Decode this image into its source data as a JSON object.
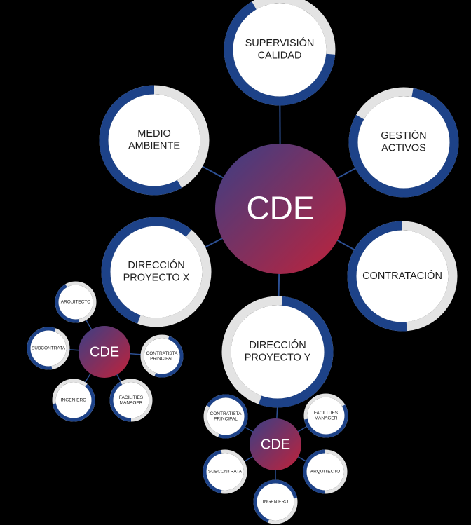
{
  "colors": {
    "background": "#000000",
    "ring_track": "#e3e3e3",
    "ring_fill": "#1d4288",
    "connector": "#2c4f93",
    "node_fill": "#ffffff",
    "hub_gradient_start": "#3a3f86",
    "hub_gradient_end": "#c0223a"
  },
  "main_hub": {
    "label": "CDE"
  },
  "main_nodes": [
    {
      "id": "supervision",
      "lines": [
        "SUPERVISIÓN",
        "CALIDAD"
      ]
    },
    {
      "id": "gestion",
      "lines": [
        "GESTIÓN",
        "ACTIVOS"
      ]
    },
    {
      "id": "contratacion",
      "lines": [
        "CONTRATACIÓN"
      ]
    },
    {
      "id": "direccion-y",
      "lines": [
        "DIRECCIÓN",
        "PROYECTO Y"
      ]
    },
    {
      "id": "direccion-x",
      "lines": [
        "DIRECCIÓN",
        "PROYECTO X"
      ]
    },
    {
      "id": "medio-ambiente",
      "lines": [
        "MEDIO",
        "AMBIENTE"
      ]
    }
  ],
  "cluster_x": {
    "hub_label": "CDE",
    "nodes": [
      {
        "id": "arquitecto",
        "lines": [
          "ARQUITECTO"
        ]
      },
      {
        "id": "contratista",
        "lines": [
          "CONTRATISTA",
          "PRINCIPAL"
        ]
      },
      {
        "id": "facilities",
        "lines": [
          "FACILITIES",
          "MANAGER"
        ]
      },
      {
        "id": "ingeniero",
        "lines": [
          "INGENIERO"
        ]
      },
      {
        "id": "subcontrata",
        "lines": [
          "SUBCONTRATA"
        ]
      }
    ]
  },
  "cluster_y": {
    "hub_label": "CDE",
    "nodes": [
      {
        "id": "contratista",
        "lines": [
          "CONTRATISTA",
          "PRINCIPAL"
        ]
      },
      {
        "id": "facilities",
        "lines": [
          "FACILITIES",
          "MANAGER"
        ]
      },
      {
        "id": "arquitecto",
        "lines": [
          "ARQUITECTO"
        ]
      },
      {
        "id": "ingeniero",
        "lines": [
          "INGENIERO"
        ]
      },
      {
        "id": "subcontrata",
        "lines": [
          "SUBCONTRATA"
        ]
      }
    ]
  }
}
